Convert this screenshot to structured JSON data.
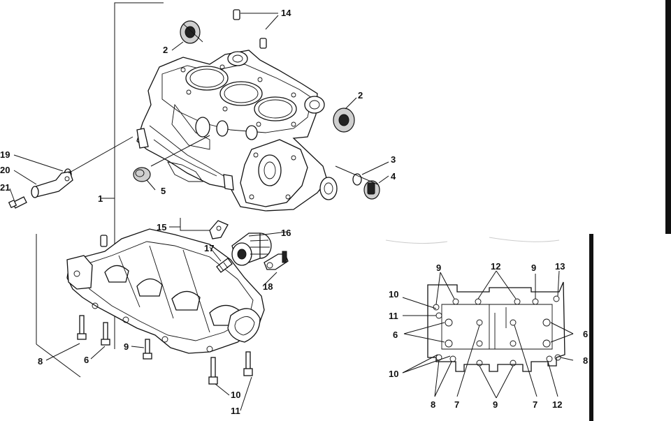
{
  "callouts": {
    "c1": "1",
    "c2a": "2",
    "c2b": "2",
    "c3": "3",
    "c4": "4",
    "c5": "5",
    "c6a": "6",
    "c8a": "8",
    "c9a": "9",
    "c10a": "10",
    "c11a": "11",
    "c14": "14",
    "c15": "15",
    "c16": "16",
    "c17": "17",
    "c18": "18",
    "c19": "19",
    "c20": "20",
    "c21": "21"
  },
  "bolt_pattern": {
    "p9a": "9",
    "p9b": "9",
    "p12a": "12",
    "p13": "13",
    "p10a": "10",
    "p11": "11",
    "p6a": "6",
    "p6b": "6",
    "p10b": "10",
    "p8a": "8",
    "p8b": "8",
    "p7a": "7",
    "p9c": "9",
    "p7b": "7",
    "p12b": "12"
  }
}
